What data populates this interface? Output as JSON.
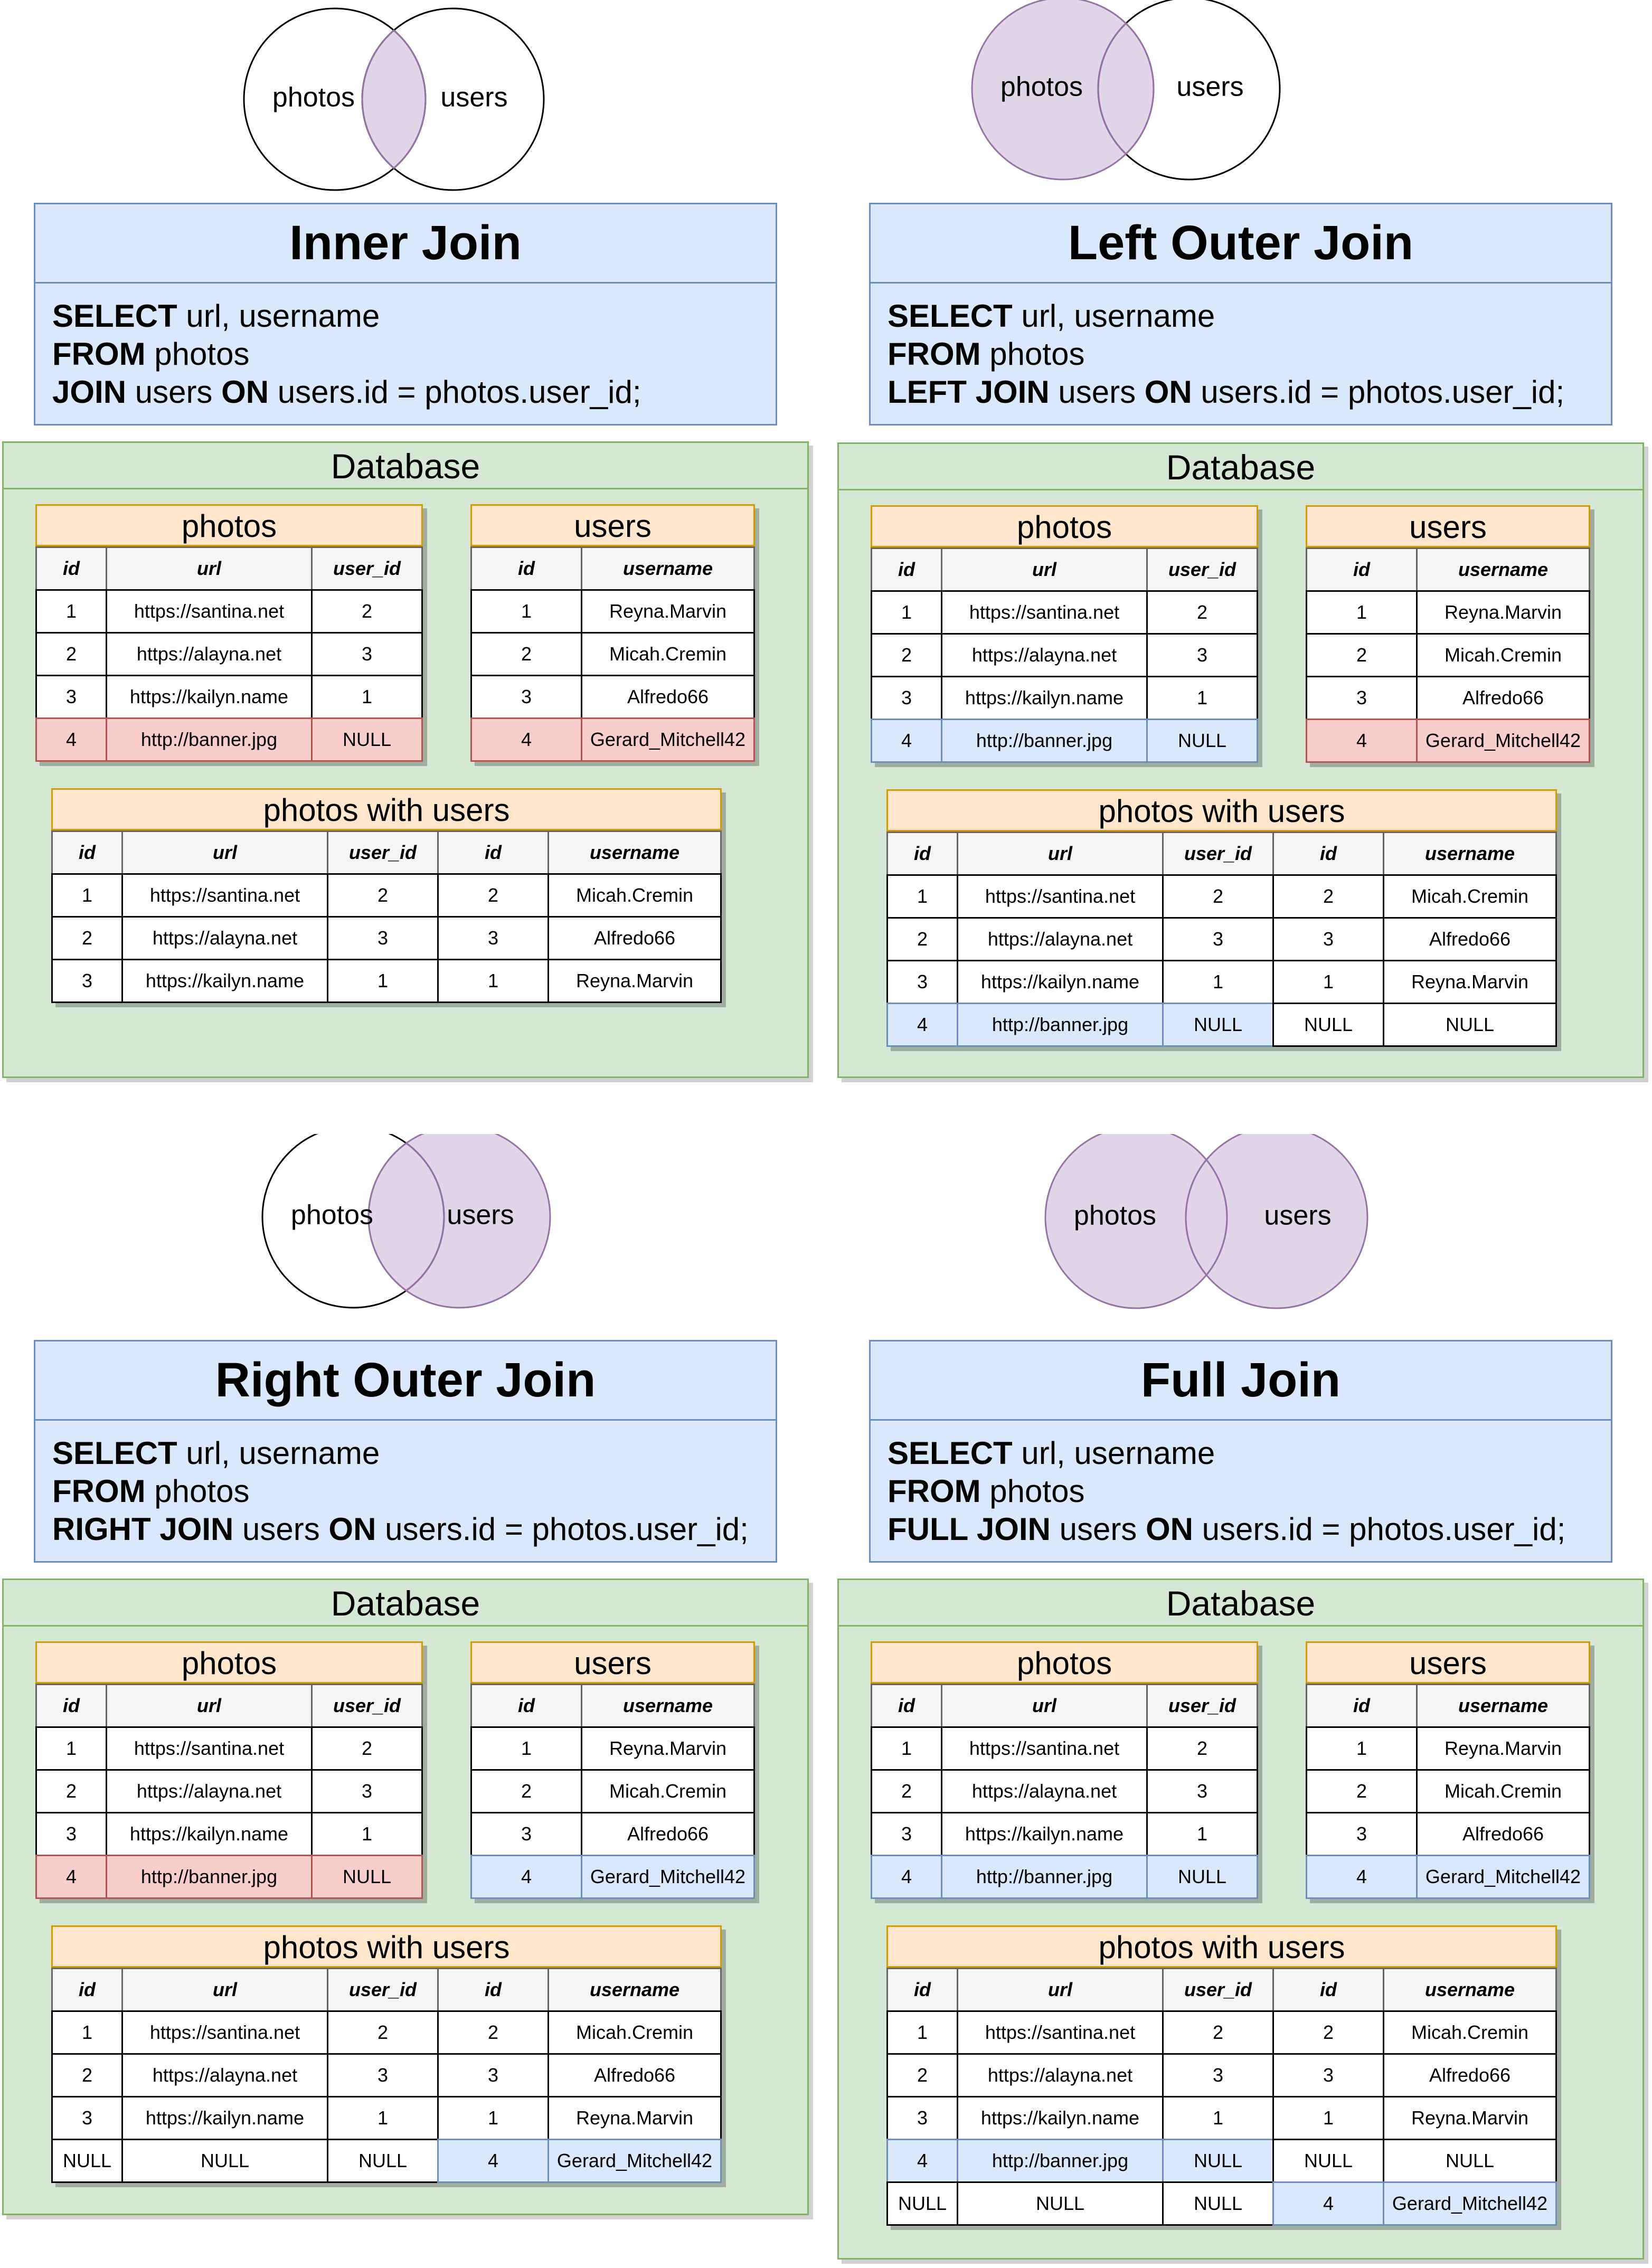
{
  "quadrants": [
    {
      "venn": {
        "left_label": "photos",
        "right_label": "users",
        "fill_left": false,
        "fill_center": true,
        "fill_right": false
      },
      "title": "Inner Join",
      "sql": {
        "k1": "SELECT",
        "t1": " url, username",
        "k2": "FROM",
        "t2": " photos",
        "k3": "JOIN",
        "t3": " users ",
        "k4": "ON",
        "t4": " users.id = photos.user_id;"
      },
      "db_title": "Database",
      "photos": {
        "title": "photos",
        "headers": [
          "id",
          "url",
          "user_id"
        ],
        "rows": [
          {
            "cells": [
              "1",
              "https://santina.net",
              "2"
            ],
            "hl": ""
          },
          {
            "cells": [
              "2",
              "https://alayna.net",
              "3"
            ],
            "hl": ""
          },
          {
            "cells": [
              "3",
              "https://kailyn.name",
              "1"
            ],
            "hl": ""
          },
          {
            "cells": [
              "4",
              "http://banner.jpg",
              "NULL"
            ],
            "hl": "red"
          }
        ]
      },
      "users": {
        "title": "users",
        "headers": [
          "id",
          "username"
        ],
        "rows": [
          {
            "cells": [
              "1",
              "Reyna.Marvin"
            ],
            "hl": ""
          },
          {
            "cells": [
              "2",
              "Micah.Cremin"
            ],
            "hl": ""
          },
          {
            "cells": [
              "3",
              "Alfredo66"
            ],
            "hl": ""
          },
          {
            "cells": [
              "4",
              "Gerard_Mitchell42"
            ],
            "hl": "red"
          }
        ]
      },
      "result": {
        "title": "photos with users",
        "headers": [
          "id",
          "url",
          "user_id",
          "id",
          "username"
        ],
        "rows": [
          {
            "cells": [
              "1",
              "https://santina.net",
              "2",
              "2",
              "Micah.Cremin"
            ],
            "hl": [
              "",
              "",
              "",
              "",
              ""
            ]
          },
          {
            "cells": [
              "2",
              "https://alayna.net",
              "3",
              "3",
              "Alfredo66"
            ],
            "hl": [
              "",
              "",
              "",
              "",
              ""
            ]
          },
          {
            "cells": [
              "3",
              "https://kailyn.name",
              "1",
              "1",
              "Reyna.Marvin"
            ],
            "hl": [
              "",
              "",
              "",
              "",
              ""
            ]
          }
        ]
      }
    },
    {
      "venn": {
        "left_label": "photos",
        "right_label": "users",
        "fill_left": true,
        "fill_center": true,
        "fill_right": false
      },
      "title": "Left Outer Join",
      "sql": {
        "k1": "SELECT",
        "t1": " url, username",
        "k2": "FROM",
        "t2": " photos",
        "k3": "LEFT JOIN",
        "t3": " users ",
        "k4": "ON",
        "t4": " users.id = photos.user_id;"
      },
      "db_title": "Database",
      "photos": {
        "title": "photos",
        "headers": [
          "id",
          "url",
          "user_id"
        ],
        "rows": [
          {
            "cells": [
              "1",
              "https://santina.net",
              "2"
            ],
            "hl": ""
          },
          {
            "cells": [
              "2",
              "https://alayna.net",
              "3"
            ],
            "hl": ""
          },
          {
            "cells": [
              "3",
              "https://kailyn.name",
              "1"
            ],
            "hl": ""
          },
          {
            "cells": [
              "4",
              "http://banner.jpg",
              "NULL"
            ],
            "hl": "blue"
          }
        ]
      },
      "users": {
        "title": "users",
        "headers": [
          "id",
          "username"
        ],
        "rows": [
          {
            "cells": [
              "1",
              "Reyna.Marvin"
            ],
            "hl": ""
          },
          {
            "cells": [
              "2",
              "Micah.Cremin"
            ],
            "hl": ""
          },
          {
            "cells": [
              "3",
              "Alfredo66"
            ],
            "hl": ""
          },
          {
            "cells": [
              "4",
              "Gerard_Mitchell42"
            ],
            "hl": "red"
          }
        ]
      },
      "result": {
        "title": "photos with users",
        "headers": [
          "id",
          "url",
          "user_id",
          "id",
          "username"
        ],
        "rows": [
          {
            "cells": [
              "1",
              "https://santina.net",
              "2",
              "2",
              "Micah.Cremin"
            ],
            "hl": [
              "",
              "",
              "",
              "",
              ""
            ]
          },
          {
            "cells": [
              "2",
              "https://alayna.net",
              "3",
              "3",
              "Alfredo66"
            ],
            "hl": [
              "",
              "",
              "",
              "",
              ""
            ]
          },
          {
            "cells": [
              "3",
              "https://kailyn.name",
              "1",
              "1",
              "Reyna.Marvin"
            ],
            "hl": [
              "",
              "",
              "",
              "",
              ""
            ]
          },
          {
            "cells": [
              "4",
              "http://banner.jpg",
              "NULL",
              "NULL",
              "NULL"
            ],
            "hl": [
              "blue",
              "blue",
              "blue",
              "",
              ""
            ]
          }
        ]
      }
    },
    {
      "venn": {
        "left_label": "photos",
        "right_label": "users",
        "fill_left": false,
        "fill_center": true,
        "fill_right": true
      },
      "title": "Right Outer Join",
      "sql": {
        "k1": "SELECT",
        "t1": " url, username",
        "k2": "FROM",
        "t2": " photos",
        "k3": "RIGHT JOIN",
        "t3": " users ",
        "k4": "ON",
        "t4": " users.id = photos.user_id;"
      },
      "db_title": "Database",
      "photos": {
        "title": "photos",
        "headers": [
          "id",
          "url",
          "user_id"
        ],
        "rows": [
          {
            "cells": [
              "1",
              "https://santina.net",
              "2"
            ],
            "hl": ""
          },
          {
            "cells": [
              "2",
              "https://alayna.net",
              "3"
            ],
            "hl": ""
          },
          {
            "cells": [
              "3",
              "https://kailyn.name",
              "1"
            ],
            "hl": ""
          },
          {
            "cells": [
              "4",
              "http://banner.jpg",
              "NULL"
            ],
            "hl": "red"
          }
        ]
      },
      "users": {
        "title": "users",
        "headers": [
          "id",
          "username"
        ],
        "rows": [
          {
            "cells": [
              "1",
              "Reyna.Marvin"
            ],
            "hl": ""
          },
          {
            "cells": [
              "2",
              "Micah.Cremin"
            ],
            "hl": ""
          },
          {
            "cells": [
              "3",
              "Alfredo66"
            ],
            "hl": ""
          },
          {
            "cells": [
              "4",
              "Gerard_Mitchell42"
            ],
            "hl": "blue"
          }
        ]
      },
      "result": {
        "title": "photos with users",
        "headers": [
          "id",
          "url",
          "user_id",
          "id",
          "username"
        ],
        "rows": [
          {
            "cells": [
              "1",
              "https://santina.net",
              "2",
              "2",
              "Micah.Cremin"
            ],
            "hl": [
              "",
              "",
              "",
              "",
              ""
            ]
          },
          {
            "cells": [
              "2",
              "https://alayna.net",
              "3",
              "3",
              "Alfredo66"
            ],
            "hl": [
              "",
              "",
              "",
              "",
              ""
            ]
          },
          {
            "cells": [
              "3",
              "https://kailyn.name",
              "1",
              "1",
              "Reyna.Marvin"
            ],
            "hl": [
              "",
              "",
              "",
              "",
              ""
            ]
          },
          {
            "cells": [
              "NULL",
              "NULL",
              "NULL",
              "4",
              "Gerard_Mitchell42"
            ],
            "hl": [
              "",
              "",
              "",
              "blue",
              "blue"
            ]
          }
        ]
      }
    },
    {
      "venn": {
        "left_label": "photos",
        "right_label": "users",
        "fill_left": true,
        "fill_center": true,
        "fill_right": true
      },
      "title": "Full Join",
      "sql": {
        "k1": "SELECT",
        "t1": " url, username",
        "k2": "FROM",
        "t2": " photos",
        "k3": "FULL JOIN",
        "t3": " users ",
        "k4": "ON",
        "t4": " users.id = photos.user_id;"
      },
      "db_title": "Database",
      "photos": {
        "title": "photos",
        "headers": [
          "id",
          "url",
          "user_id"
        ],
        "rows": [
          {
            "cells": [
              "1",
              "https://santina.net",
              "2"
            ],
            "hl": ""
          },
          {
            "cells": [
              "2",
              "https://alayna.net",
              "3"
            ],
            "hl": ""
          },
          {
            "cells": [
              "3",
              "https://kailyn.name",
              "1"
            ],
            "hl": ""
          },
          {
            "cells": [
              "4",
              "http://banner.jpg",
              "NULL"
            ],
            "hl": "blue"
          }
        ]
      },
      "users": {
        "title": "users",
        "headers": [
          "id",
          "username"
        ],
        "rows": [
          {
            "cells": [
              "1",
              "Reyna.Marvin"
            ],
            "hl": ""
          },
          {
            "cells": [
              "2",
              "Micah.Cremin"
            ],
            "hl": ""
          },
          {
            "cells": [
              "3",
              "Alfredo66"
            ],
            "hl": ""
          },
          {
            "cells": [
              "4",
              "Gerard_Mitchell42"
            ],
            "hl": "blue"
          }
        ]
      },
      "result": {
        "title": "photos with users",
        "headers": [
          "id",
          "url",
          "user_id",
          "id",
          "username"
        ],
        "rows": [
          {
            "cells": [
              "1",
              "https://santina.net",
              "2",
              "2",
              "Micah.Cremin"
            ],
            "hl": [
              "",
              "",
              "",
              "",
              ""
            ]
          },
          {
            "cells": [
              "2",
              "https://alayna.net",
              "3",
              "3",
              "Alfredo66"
            ],
            "hl": [
              "",
              "",
              "",
              "",
              ""
            ]
          },
          {
            "cells": [
              "3",
              "https://kailyn.name",
              "1",
              "1",
              "Reyna.Marvin"
            ],
            "hl": [
              "",
              "",
              "",
              "",
              ""
            ]
          },
          {
            "cells": [
              "4",
              "http://banner.jpg",
              "NULL",
              "NULL",
              "NULL"
            ],
            "hl": [
              "blue",
              "blue",
              "blue",
              "",
              ""
            ]
          },
          {
            "cells": [
              "NULL",
              "NULL",
              "NULL",
              "4",
              "Gerard_Mitchell42"
            ],
            "hl": [
              "",
              "",
              "",
              "blue",
              "blue"
            ]
          }
        ]
      }
    }
  ],
  "colors": {
    "venn_fill": "#e1d5e7",
    "venn_stroke": "#9673a6",
    "highlight_red": "#f8cecc",
    "highlight_blue": "#dae8fc",
    "sql_box": "#dae8fc",
    "database_box": "#d5e8d4",
    "table_title": "#ffe6cc"
  }
}
